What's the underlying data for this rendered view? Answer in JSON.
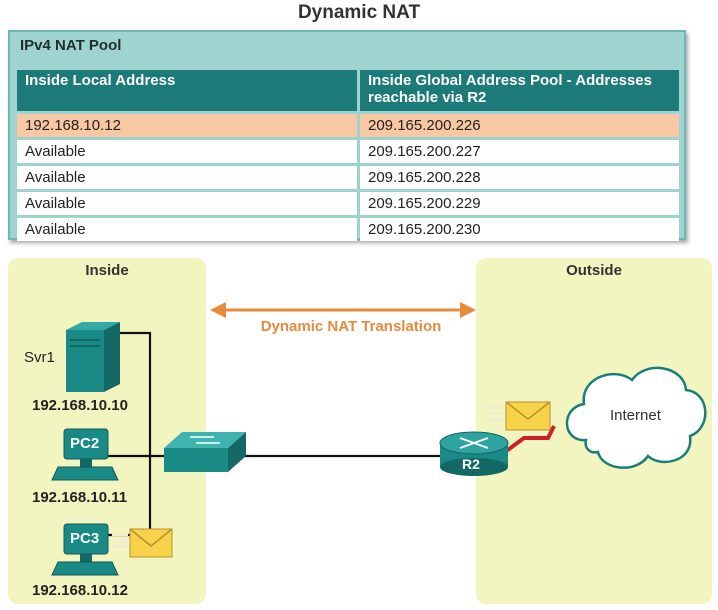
{
  "title": "Dynamic NAT",
  "pool": {
    "title": "IPv4 NAT Pool",
    "headers": [
      "Inside Local Address",
      "Inside Global Address Pool - Addresses reachable via R2"
    ],
    "rows": [
      {
        "local": "192.168.10.12",
        "global": "209.165.200.226",
        "highlight": true
      },
      {
        "local": "Available",
        "global": "209.165.200.227",
        "highlight": false
      },
      {
        "local": "Available",
        "global": "209.165.200.228",
        "highlight": false
      },
      {
        "local": "Available",
        "global": "209.165.200.229",
        "highlight": false
      },
      {
        "local": "Available",
        "global": "209.165.200.230",
        "highlight": false
      }
    ]
  },
  "zones": {
    "inside": "Inside",
    "outside": "Outside"
  },
  "translation_label": "Dynamic NAT Translation",
  "devices": {
    "svr1": {
      "name": "Svr1",
      "ip": "192.168.10.10"
    },
    "pc2": {
      "name": "PC2",
      "ip": "192.168.10.11"
    },
    "pc3": {
      "name": "PC3",
      "ip": "192.168.10.12"
    },
    "router": {
      "name": "R2"
    },
    "cloud": {
      "name": "Internet"
    }
  },
  "colors": {
    "teal_header": "#1c7a78",
    "pool_bg": "#9fd3d0",
    "highlight_row": "#f8c7a3",
    "zone_bg": "#f2f5c0",
    "arrow": "#e88a3b",
    "device": "#1a8a87",
    "red_link": "#cc1f2a",
    "envelope": "#f7d24a"
  }
}
